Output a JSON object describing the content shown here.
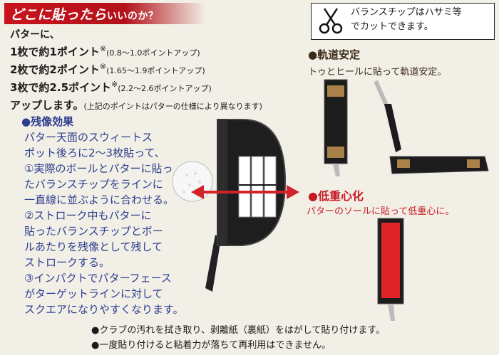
{
  "title": {
    "main": "どこに貼ったら",
    "sub": "いいのか？"
  },
  "intro": "パターに、",
  "points": [
    {
      "text": "1枚で約1ポイント",
      "mark": "※",
      "note": "(0.8〜1.0ポイントアップ)"
    },
    {
      "text": "2枚で約2ポイント",
      "mark": "※",
      "note": "(1.65〜1.9ポイントアップ)"
    },
    {
      "text": "3枚で約2.5ポイント",
      "mark": "※",
      "note": "(2.2〜2.6ポイントアップ)"
    }
  ],
  "up_line": {
    "text": "アップします。",
    "note": "(上記のポイントはパターの仕様により異なります)"
  },
  "afterimage": {
    "heading": "●残像効果",
    "lines": [
      "パター天面のスウィートス",
      "ポット後ろに2〜3枚貼って、",
      "①実際のボールとパターに貼っ",
      "たバランスチップをラインに",
      "一直線に並ぶように合わせる。",
      "②ストローク中もパターに",
      "貼ったバランスチップとボー",
      "ルあたりを残像として残して",
      "ストロークする。",
      "③インパクトでパターフェース",
      "がターゲットラインに対して",
      "スクエアになりやすくなります。"
    ]
  },
  "scissor_note": {
    "line1": "バランスチップはハサミ等",
    "line2": "でカットできます。"
  },
  "trajectory": {
    "heading": "●軌道安定",
    "body": "トゥとヒールに貼って軌道安定。"
  },
  "low_center": {
    "heading": "●低重心化",
    "body": "パターのソールに貼って低重心に。"
  },
  "bottom_notes": [
    "●クラブの汚れを拭き取り、剥離紙（裏紙）をはがして貼り付けます。",
    "●一度貼り付けると粘着力が落ちて再利用はできません。"
  ],
  "colors": {
    "red": "#c81a22",
    "blue": "#2c3e8f",
    "brown": "#8a5a2b",
    "tip_tan": "#a9824a"
  }
}
